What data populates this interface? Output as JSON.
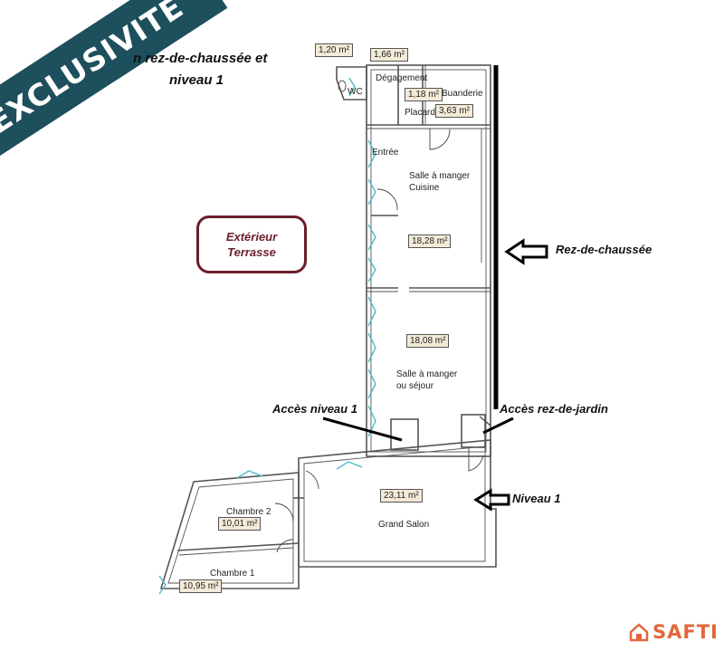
{
  "header": {
    "title_line1": "n rez-de-chaussée et",
    "title_line2": "niveau 1"
  },
  "ribbon": {
    "label": "EXCLUSIVITÉ",
    "color": "#1d4f5c"
  },
  "exterior": {
    "line1": "Extérieur",
    "line2": "Terrasse",
    "color": "#6b1e2a"
  },
  "rooms": {
    "wc": {
      "label": "WC",
      "area": "1,20 m²"
    },
    "degagement": {
      "label": "Dégagement",
      "area": "1,66 m²"
    },
    "placard": {
      "label": "Placard",
      "area": "1,18 m²"
    },
    "buanderie": {
      "label": "Buanderie",
      "area": "3,63 m²"
    },
    "entree": {
      "label": "Entrée"
    },
    "salle_cuisine": {
      "label1": "Salle à manger",
      "label2": "Cuisine",
      "area": "18,28 m²"
    },
    "salle_sejour": {
      "label1": "Salle à manger",
      "label2": "ou séjour",
      "area": "18,08 m²"
    },
    "grand_salon": {
      "label": "Grand Salon",
      "area": "23,11 m²"
    },
    "chambre2": {
      "label": "Chambre 2",
      "area": "10,01 m²"
    },
    "chambre1": {
      "label": "Chambre 1",
      "area": "10,95 m²"
    }
  },
  "annotations": {
    "rdc": "Rez-de-chaussée",
    "acces_niveau1": "Accès niveau 1",
    "acces_jardin": "Accès rez-de-jardin",
    "niveau1": "Niveau 1"
  },
  "brand": {
    "name": "SAFTI",
    "icon": "house-icon",
    "color": "#e2673a"
  }
}
